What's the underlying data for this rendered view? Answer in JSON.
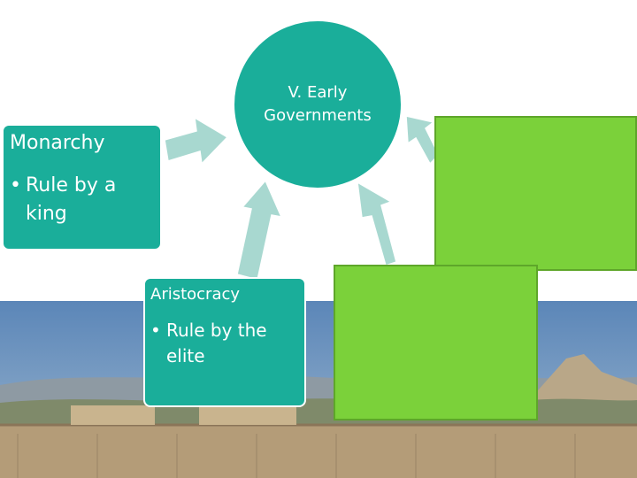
{
  "colors": {
    "teal": "#1aae9a",
    "green": "#7bd13a",
    "arrow": "#a8d8d0"
  },
  "center": {
    "text": "V. Early\nGovernments"
  },
  "monarchy": {
    "title": "Monarchy",
    "bullet": "Rule by a king"
  },
  "aristocracy": {
    "title": "Aristocracy",
    "bullet": "Rule by the elite"
  },
  "bullet_symbol": "•"
}
